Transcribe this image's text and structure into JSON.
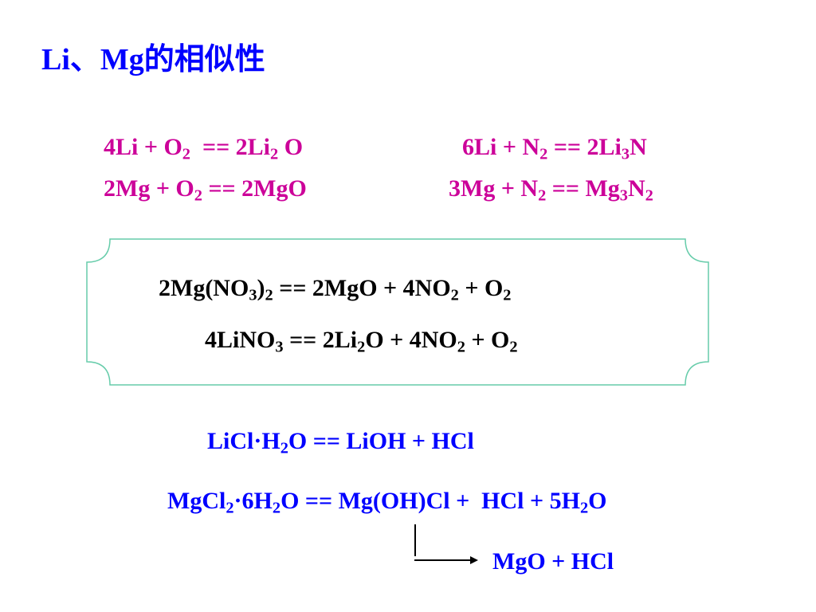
{
  "title": "Li、Mg的相似性",
  "colors": {
    "title": "#0000ff",
    "equations_top": "#cc0099",
    "box_equations": "#000000",
    "hydrolysis": "#0000ff",
    "frame_border": "#66ccaa"
  },
  "equations_top": [
    [
      {
        "t": "4Li + O"
      },
      {
        "s": "2"
      },
      {
        "t": "  == 2Li"
      },
      {
        "s": "2"
      },
      {
        "t": " O"
      }
    ],
    [
      {
        "t": "6Li + N"
      },
      {
        "s": "2"
      },
      {
        "t": " == 2Li"
      },
      {
        "s": "3"
      },
      {
        "t": "N"
      }
    ],
    [
      {
        "t": "2Mg + O"
      },
      {
        "s": "2"
      },
      {
        "t": " == 2MgO"
      }
    ],
    [
      {
        "t": "3Mg + N"
      },
      {
        "s": "2"
      },
      {
        "t": " == Mg"
      },
      {
        "s": "3"
      },
      {
        "t": "N"
      },
      {
        "s": "2"
      }
    ]
  ],
  "box_equations": [
    [
      {
        "t": "2Mg(NO"
      },
      {
        "s": "3"
      },
      {
        "t": ")"
      },
      {
        "s": "2"
      },
      {
        "t": " == 2MgO + 4NO"
      },
      {
        "s": "2"
      },
      {
        "t": " + O"
      },
      {
        "s": "2"
      }
    ],
    [
      {
        "t": "4LiNO"
      },
      {
        "s": "3"
      },
      {
        "t": " == 2Li"
      },
      {
        "s": "2"
      },
      {
        "t": "O + 4NO"
      },
      {
        "s": "2"
      },
      {
        "t": " + O"
      },
      {
        "s": "2"
      }
    ]
  ],
  "hydrolysis": [
    [
      {
        "t": "LiCl·H"
      },
      {
        "s": "2"
      },
      {
        "t": "O == LiOH + HCl"
      }
    ],
    [
      {
        "t": "MgCl"
      },
      {
        "s": "2"
      },
      {
        "t": "·6H"
      },
      {
        "s": "2"
      },
      {
        "t": "O == Mg(OH)Cl +  HCl + 5H"
      },
      {
        "s": "2"
      },
      {
        "t": "O"
      }
    ],
    [
      {
        "t": "MgO + HCl"
      }
    ]
  ]
}
